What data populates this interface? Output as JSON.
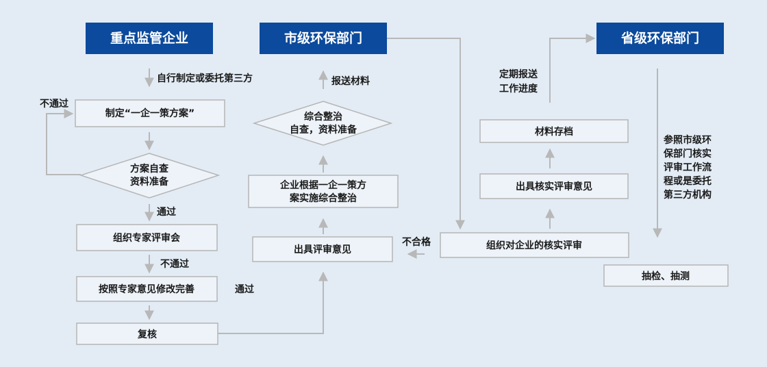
{
  "colors": {
    "background": "#e3ecf5",
    "header_fill": "#0b4a9c",
    "box_fill": "#eef3f9",
    "box_stroke": "#b5b5b5",
    "connector": "#b8b8b8",
    "text": "#1a1a1a"
  },
  "headers": {
    "enterprise": "重点监管企业",
    "city": "市级环保部门",
    "province": "省级环保部门"
  },
  "enterprise_column": {
    "step_entrust": "自行制定或委托第三方",
    "fail_back": "不通过",
    "make_plan": "制定“一企一策方案”",
    "self_check_1": "方案自查",
    "self_check_2": "资料准备",
    "pass_1": "通过",
    "expert_review": "组织专家评审会",
    "fail_2": "不通过",
    "revise": "按照专家意见修改完善",
    "pass_2": "通过",
    "recheck": "复核"
  },
  "city_column": {
    "submit": "报送材料",
    "rectify_1": "综合整治",
    "rectify_2": "自查，资料准备",
    "implement_1": "企业根据一企一策方",
    "implement_2": "案实施综合整治",
    "issue_opinion": "出具评审意见",
    "unqualified": "不合格",
    "organize_verify": "组织对企业的核实评审",
    "issue_verify_opinion": "出具核实评审意见",
    "archive": "材料存档",
    "report_1": "定期报送",
    "report_2": "工作进度"
  },
  "province_column": {
    "note": [
      "参照市级环",
      "保部门核实",
      "评审工作流",
      "程或是委托",
      "第三方机构"
    ],
    "spot_check": "抽检、抽测"
  }
}
